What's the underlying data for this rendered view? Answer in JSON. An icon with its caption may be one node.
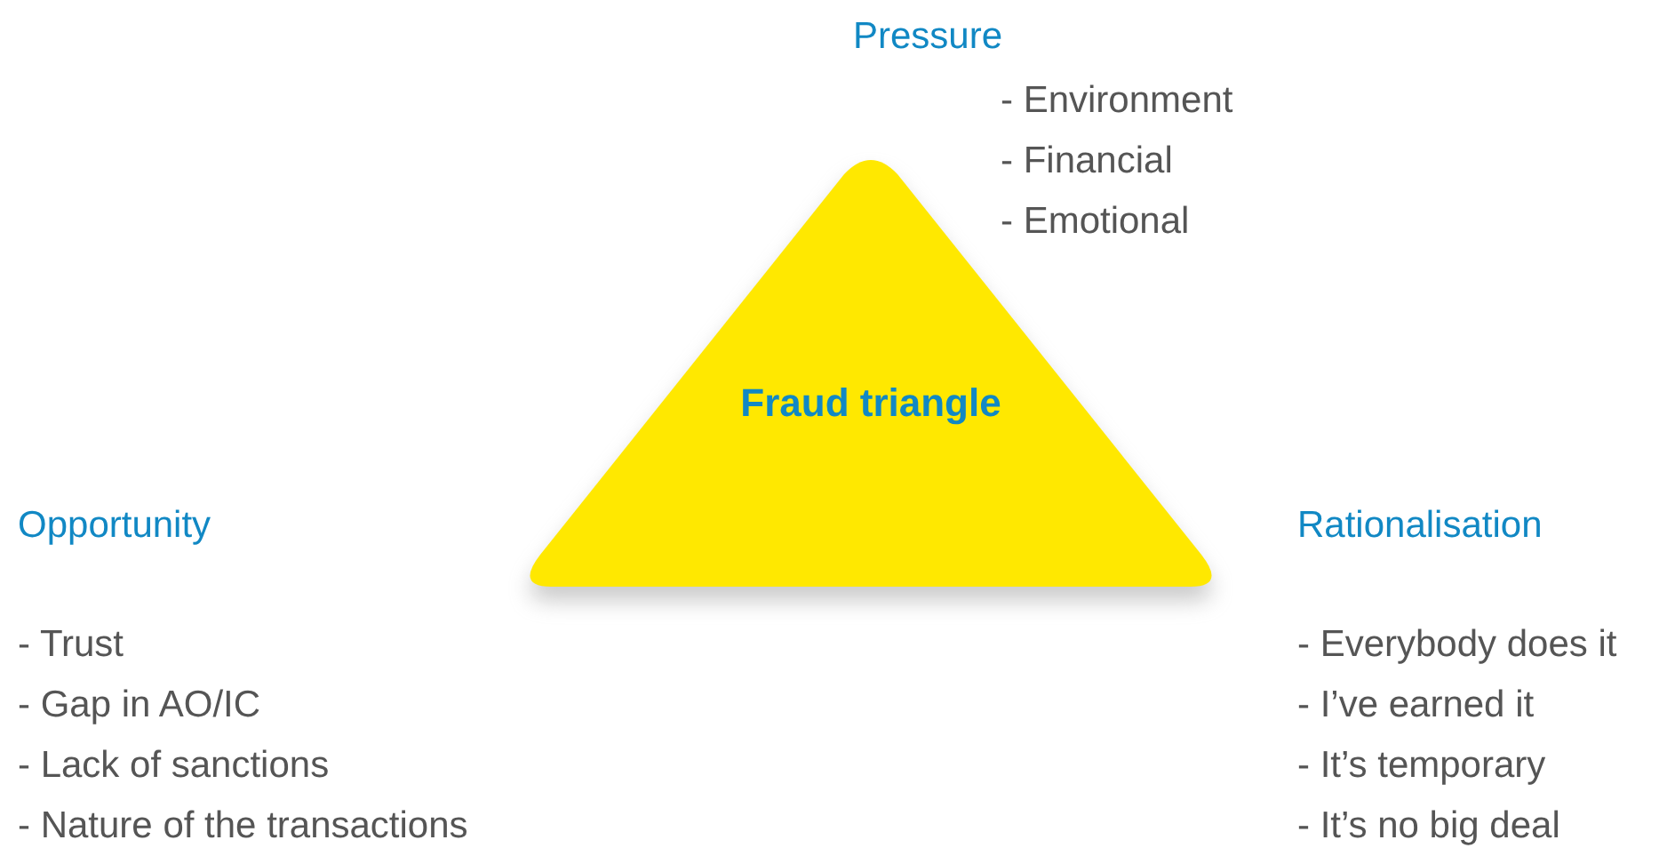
{
  "diagram": {
    "nodes": [
      {
        "text": [
          "Fraud triangle"
        ]
      }
    ],
    "edges": [],
    "labels": [
      "Pressure",
      "- Environment",
      "- Financial",
      "- Emotional",
      "Opportunity",
      "- Trust",
      "- Gap in AO/IC",
      "- Lack of sanctions",
      "- Nature of the transactions",
      "Rationalisation",
      "- Everybody does it",
      "- I’ve earned it",
      "- It’s temporary",
      "- It’s no big deal"
    ]
  }
}
